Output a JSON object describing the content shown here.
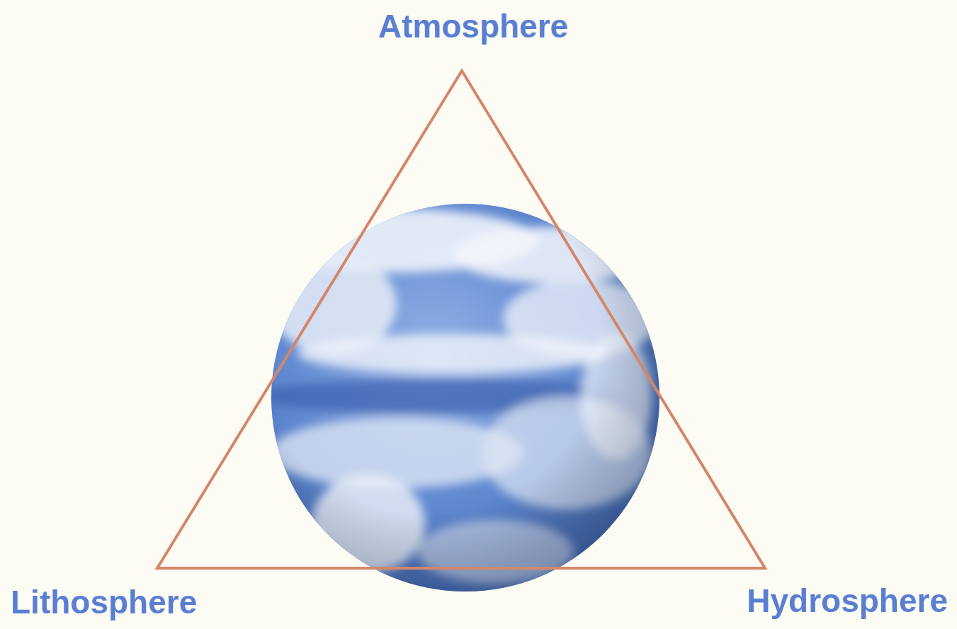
{
  "diagram": {
    "labels": [
      "Atmosphere",
      "Lithosphere",
      "Hydrosphere"
    ]
  }
}
